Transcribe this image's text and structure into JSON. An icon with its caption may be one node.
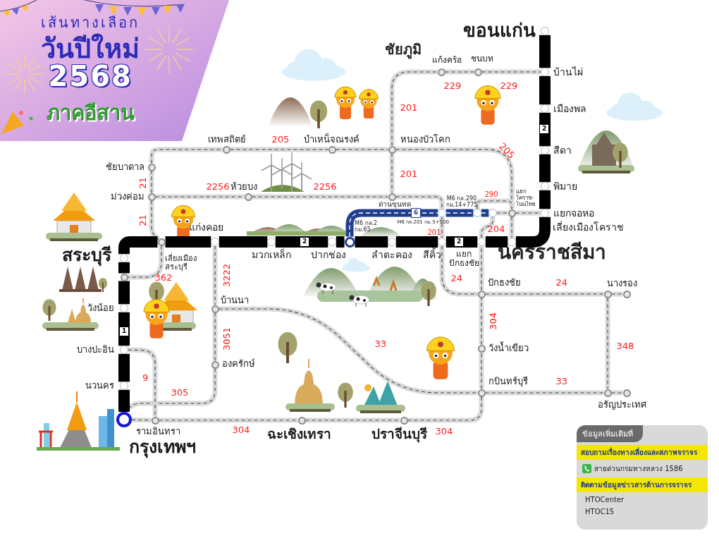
{
  "diagram": {
    "nodes": [
      {
        "text": [
          "ขอนแก่น"
        ]
      },
      {
        "text": [
          "บ้านไผ่"
        ]
      },
      {
        "text": [
          "เมืองพล"
        ]
      },
      {
        "text": [
          "สีดา"
        ]
      },
      {
        "text": [
          "พิมาย"
        ]
      },
      {
        "text": [
          "แยกจอหอ"
        ]
      },
      {
        "text": [],
        "shape": "circle"
      },
      {
        "text": [
          "แยกปักธงชัย"
        ]
      },
      {
        "text": [
          "สีคิ้ว"
        ]
      },
      {
        "text": [
          "ลำตะคอง"
        ]
      },
      {
        "text": [
          "M6 กล.2 กม.65"
        ]
      },
      {
        "text": [
          "ปากช่อง"
        ]
      },
      {
        "text": [
          "มวกเหล็ก"
        ]
      },
      {
        "text": [
          "แก่งคอย"
        ]
      },
      {
        "text": [],
        "shape": "circle"
      },
      {
        "text": [
          "สระบุรี"
        ]
      },
      {
        "text": [],
        "shape": "circle"
      },
      {
        "text": [
          "วังน้อย"
        ]
      },
      {
        "text": [
          "บางปะอิน"
        ]
      },
      {
        "text": [
          "นวนคร"
        ]
      },
      {
        "text": [
          "กรุงเทพฯ"
        ]
      },
      {
        "text": [
          "รามอินทรา"
        ]
      },
      {
        "text": [
          "ฉะเชิงเทรา"
        ]
      },
      {
        "text": [
          "ปราจีนบุรี"
        ]
      },
      {
        "text": [
          "กบินทร์บุรี"
        ]
      },
      {
        "text": [
          "อรัญประเทศ"
        ]
      },
      {
        "text": [],
        "shape": "circle"
      },
      {
        "text": [
          "วังน้ำเขียว"
        ]
      },
      {
        "text": [
          "ปักธงชัย"
        ]
      },
      {
        "text": [
          "นางรอง"
        ]
      },
      {
        "text": [],
        "shape": "circle"
      },
      {
        "text": [
          "บ้านนา"
        ]
      },
      {
        "text": [
          "องครักษ์"
        ]
      },
      {
        "text": [
          "ชัยบาดาล"
        ]
      },
      {
        "text": [
          "ม่วงค่อม"
        ]
      },
      {
        "text": [
          "ห้วยบง"
        ]
      },
      {
        "text": [],
        "shape": "circle"
      },
      {
        "text": [
          "เทพสถิตย์"
        ]
      },
      {
        "text": [
          "บำเหน็จณรงค์"
        ]
      },
      {
        "text": [
          "หนองบัวโคก"
        ]
      },
      {
        "text": [
          "แก้งคร้อ"
        ]
      },
      {
        "text": [
          "ชนบท"
        ]
      },
      {
        "text": [
          "แยกโคราช-โนนไทย"
        ]
      },
      {
        "text": [
          "M6 กล.201 กม.5+500"
        ]
      },
      {
        "text": [
          "M6 กล.290 กม.14+775"
        ]
      },
      {
        "text": [],
        "shape": "circle"
      },
      {
        "text": [
          "ข้อมูลเพิ่มเติมที่",
          "สอบถามเรื่องทางเลี่ยงและสภาพจราจร",
          "สายด่วนกรมทางหลวง 1586",
          "ติดตามข้อมูลข่าวสารด้านการจราจร",
          "HTOCenter",
          "HTOC15"
        ]
      }
    ],
    "edges": [
      {
        "from": 0,
        "to": 1,
        "arrow": "none",
        "style": "thick",
        "color": "#000000"
      },
      {
        "from": 1,
        "to": 2,
        "arrow": "none",
        "style": "thick",
        "color": "#000000"
      },
      {
        "from": 2,
        "to": 3,
        "arrow": "none",
        "style": "thick",
        "color": "#000000"
      },
      {
        "from": 3,
        "to": 4,
        "arrow": "none",
        "style": "thick",
        "color": "#000000"
      },
      {
        "from": 4,
        "to": 5,
        "arrow": "none",
        "style": "thick",
        "color": "#000000"
      },
      {
        "from": 5,
        "to": 6,
        "arrow": "none",
        "style": "thick",
        "color": "#000000"
      },
      {
        "from": 6,
        "to": 7,
        "arrow": "none",
        "style": "thick",
        "color": "#000000"
      },
      {
        "from": 7,
        "to": 8,
        "arrow": "none",
        "style": "thick",
        "color": "#000000"
      },
      {
        "from": 8,
        "to": 9,
        "arrow": "none",
        "style": "thick",
        "color": "#000000"
      },
      {
        "from": 9,
        "to": 10,
        "arrow": "none",
        "style": "thick",
        "color": "#000000"
      },
      {
        "from": 10,
        "to": 11,
        "arrow": "none",
        "style": "thick",
        "color": "#000000"
      },
      {
        "from": 11,
        "to": 12,
        "arrow": "none",
        "style": "thick",
        "color": "#000000"
      },
      {
        "from": 12,
        "to": 13,
        "arrow": "none",
        "style": "thick",
        "color": "#000000"
      },
      {
        "from": 13,
        "to": 14,
        "arrow": "none",
        "style": "thick",
        "color": "#000000"
      },
      {
        "from": 14,
        "to": 15,
        "arrow": "none",
        "style": "thick",
        "color": "#000000"
      },
      {
        "from": 15,
        "to": 16,
        "arrow": "none",
        "style": "thick",
        "color": "#000000"
      },
      {
        "from": 16,
        "to": 17,
        "arrow": "none",
        "style": "thick",
        "color": "#000000"
      },
      {
        "from": 17,
        "to": 18,
        "arrow": "none",
        "style": "thick",
        "color": "#000000"
      },
      {
        "from": 18,
        "to": 19,
        "arrow": "none",
        "style": "thick",
        "color": "#000000"
      },
      {
        "from": 19,
        "to": 20,
        "arrow": "none",
        "style": "thick",
        "color": "#000000"
      },
      {
        "from": 10,
        "to": 43,
        "arrow": "none",
        "color": "#1f3f8f"
      },
      {
        "from": 43,
        "to": 44,
        "arrow": "none",
        "color": "#1f3f8f"
      },
      {
        "from": 44,
        "to": 45,
        "arrow": "none",
        "color": "#1f3f8f"
      },
      {
        "from": 20,
        "to": 21,
        "arrow": "none"
      },
      {
        "from": 21,
        "to": 22,
        "arrow": "none"
      },
      {
        "from": 22,
        "to": 23,
        "arrow": "none"
      },
      {
        "from": 23,
        "to": 24,
        "arrow": "none"
      },
      {
        "from": 24,
        "to": 27,
        "arrow": "none"
      },
      {
        "from": 27,
        "to": 28,
        "arrow": "none"
      },
      {
        "from": 28,
        "to": 7,
        "arrow": "none"
      },
      {
        "from": 8,
        "to": 28,
        "arrow": "none"
      },
      {
        "from": 28,
        "to": 29,
        "arrow": "none"
      },
      {
        "from": 29,
        "to": 30,
        "arrow": "none"
      },
      {
        "from": 29,
        "to": 25,
        "arrow": "none"
      },
      {
        "from": 24,
        "to": 25,
        "arrow": "none"
      },
      {
        "from": 25,
        "to": 26,
        "arrow": "none"
      },
      {
        "from": 31,
        "to": 24,
        "arrow": "none"
      },
      {
        "from": 13,
        "to": 31,
        "arrow": "none"
      },
      {
        "from": 31,
        "to": 32,
        "arrow": "none"
      },
      {
        "from": 32,
        "to": 20,
        "arrow": "none"
      },
      {
        "from": 18,
        "to": 21,
        "arrow": "none"
      },
      {
        "from": 14,
        "to": 16,
        "arrow": "none"
      },
      {
        "from": 34,
        "to": 33,
        "arrow": "none"
      },
      {
        "from": 33,
        "to": 37,
        "arrow": "none"
      },
      {
        "from": 37,
        "to": 38,
        "arrow": "none"
      },
      {
        "from": 38,
        "to": 39,
        "arrow": "none"
      },
      {
        "from": 39,
        "to": 42,
        "arrow": "none"
      },
      {
        "from": 42,
        "to": 6,
        "arrow": "none"
      },
      {
        "from": 34,
        "to": 14,
        "arrow": "none"
      },
      {
        "from": 34,
        "to": 35,
        "arrow": "none"
      },
      {
        "from": 35,
        "to": 36,
        "arrow": "none"
      },
      {
        "from": 36,
        "to": 43,
        "arrow": "none"
      },
      {
        "from": 43,
        "to": 8,
        "arrow": "none"
      },
      {
        "from": 39,
        "to": 36,
        "arrow": "none"
      },
      {
        "from": 39,
        "to": 40,
        "arrow": "none"
      },
      {
        "from": 40,
        "to": 41,
        "arrow": "none"
      },
      {
        "from": 41,
        "to": 1,
        "arrow": "none"
      },
      {
        "from": 44,
        "to": 42,
        "arrow": "none"
      },
      {
        "from": 45,
        "to": 42,
        "arrow": "none"
      },
      {
        "from": 42,
        "to": 5,
        "arrow": "none"
      },
      {
        "from": 7,
        "to": 45,
        "arrow": "none"
      }
    ],
    "labels": [
      "เส้นทางเลือก",
      "วันปีใหม่",
      "2568",
      "ภาคอีสาน",
      "ชัยภูมิ",
      "229",
      "229",
      "201",
      "205",
      "205",
      "201",
      "21",
      "2256",
      "2256",
      "290",
      "ด่านขุนทด",
      "21",
      "201",
      "204",
      "เลี่ยงเมืองโคราช",
      "2",
      "2",
      "2",
      "6",
      "นครราชสีมา",
      "เลี่ยงเมืองสระบุรี",
      "362",
      "3222",
      "24",
      "24",
      "304",
      "1",
      "3051",
      "33",
      "348",
      "9",
      "33",
      "305",
      "304",
      "304"
    ]
  }
}
